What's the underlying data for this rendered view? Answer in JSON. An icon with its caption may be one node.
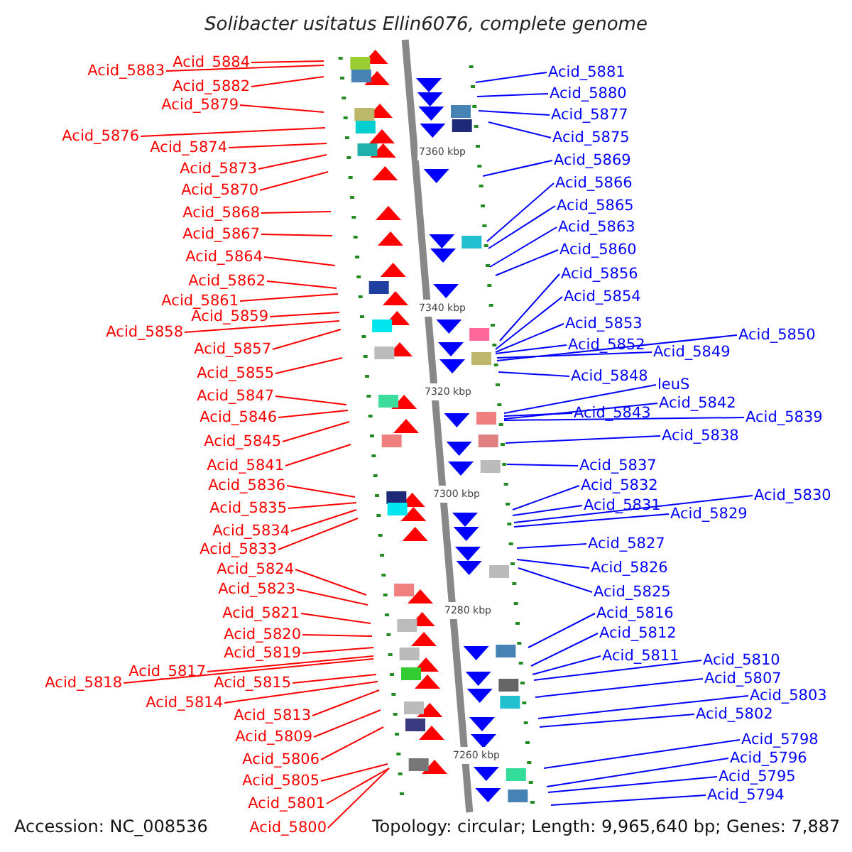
{
  "diagram": {
    "title": "Solibacter usitatus Ellin6076, complete genome",
    "nodes": [
      {
        "text": [
          "Acid_5884"
        ]
      },
      {
        "text": [
          "Acid_5883"
        ]
      },
      {
        "text": [
          "Acid_5882"
        ]
      },
      {
        "text": [
          "Acid_5879"
        ]
      },
      {
        "text": [
          "Acid_5876"
        ]
      },
      {
        "text": [
          "Acid_5874"
        ]
      },
      {
        "text": [
          "Acid_5873"
        ]
      },
      {
        "text": [
          "Acid_5870"
        ]
      },
      {
        "text": [
          "Acid_5868"
        ]
      },
      {
        "text": [
          "Acid_5867"
        ]
      },
      {
        "text": [
          "Acid_5864"
        ]
      },
      {
        "text": [
          "Acid_5862"
        ]
      },
      {
        "text": [
          "Acid_5861"
        ]
      },
      {
        "text": [
          "Acid_5859"
        ]
      },
      {
        "text": [
          "Acid_5858"
        ]
      },
      {
        "text": [
          "Acid_5857"
        ]
      },
      {
        "text": [
          "Acid_5855"
        ]
      },
      {
        "text": [
          "Acid_5847"
        ]
      },
      {
        "text": [
          "Acid_5846"
        ]
      },
      {
        "text": [
          "Acid_5845"
        ]
      },
      {
        "text": [
          "Acid_5841"
        ]
      },
      {
        "text": [
          "Acid_5836"
        ]
      },
      {
        "text": [
          "Acid_5835"
        ]
      },
      {
        "text": [
          "Acid_5834"
        ]
      },
      {
        "text": [
          "Acid_5833"
        ]
      },
      {
        "text": [
          "Acid_5824"
        ]
      },
      {
        "text": [
          "Acid_5823"
        ]
      },
      {
        "text": [
          "Acid_5821"
        ]
      },
      {
        "text": [
          "Acid_5820"
        ]
      },
      {
        "text": [
          "Acid_5819"
        ]
      },
      {
        "text": [
          "Acid_5817"
        ]
      },
      {
        "text": [
          "Acid_5818"
        ]
      },
      {
        "text": [
          "Acid_5815"
        ]
      },
      {
        "text": [
          "Acid_5814"
        ]
      },
      {
        "text": [
          "Acid_5813"
        ]
      },
      {
        "text": [
          "Acid_5809"
        ]
      },
      {
        "text": [
          "Acid_5806"
        ]
      },
      {
        "text": [
          "Acid_5805"
        ]
      },
      {
        "text": [
          "Acid_5801"
        ]
      },
      {
        "text": [
          "Acid_5800"
        ]
      },
      {
        "text": [
          "Acid_5881"
        ]
      },
      {
        "text": [
          "Acid_5880"
        ]
      },
      {
        "text": [
          "Acid_5877"
        ]
      },
      {
        "text": [
          "Acid_5875"
        ]
      },
      {
        "text": [
          "Acid_5869"
        ]
      },
      {
        "text": [
          "Acid_5866"
        ]
      },
      {
        "text": [
          "Acid_5865"
        ]
      },
      {
        "text": [
          "Acid_5863"
        ]
      },
      {
        "text": [
          "Acid_5860"
        ]
      },
      {
        "text": [
          "Acid_5856"
        ]
      },
      {
        "text": [
          "Acid_5854"
        ]
      },
      {
        "text": [
          "Acid_5853"
        ]
      },
      {
        "text": [
          "Acid_5852"
        ]
      },
      {
        "text": [
          "Acid_5849"
        ]
      },
      {
        "text": [
          "Acid_5850"
        ]
      },
      {
        "text": [
          "Acid_5848"
        ]
      },
      {
        "text": [
          "leuS"
        ]
      },
      {
        "text": [
          "Acid_5843"
        ]
      },
      {
        "text": [
          "Acid_5842"
        ]
      },
      {
        "text": [
          "Acid_5839"
        ]
      },
      {
        "text": [
          "Acid_5838"
        ]
      },
      {
        "text": [
          "Acid_5837"
        ]
      },
      {
        "text": [
          "Acid_5832"
        ]
      },
      {
        "text": [
          "Acid_5831"
        ]
      },
      {
        "text": [
          "Acid_5830"
        ]
      },
      {
        "text": [
          "Acid_5829"
        ]
      },
      {
        "text": [
          "Acid_5827"
        ]
      },
      {
        "text": [
          "Acid_5826"
        ]
      },
      {
        "text": [
          "Acid_5825"
        ]
      },
      {
        "text": [
          "Acid_5816"
        ]
      },
      {
        "text": [
          "Acid_5812"
        ]
      },
      {
        "text": [
          "Acid_5811"
        ]
      },
      {
        "text": [
          "Acid_5810"
        ]
      },
      {
        "text": [
          "Acid_5807"
        ]
      },
      {
        "text": [
          "Acid_5803"
        ]
      },
      {
        "text": [
          "Acid_5802"
        ]
      },
      {
        "text": [
          "Acid_5798"
        ]
      },
      {
        "text": [
          "Acid_5796"
        ]
      },
      {
        "text": [
          "Acid_5795"
        ]
      },
      {
        "text": [
          "Acid_5794"
        ]
      }
    ],
    "edges": [
      {
        "from": 0,
        "to": null,
        "arrow": "none",
        "color": "#ff0000"
      },
      {
        "from": 1,
        "to": null,
        "arrow": "none",
        "color": "#ff0000"
      },
      {
        "from": 2,
        "to": null,
        "arrow": "none",
        "color": "#ff0000"
      },
      {
        "from": 3,
        "to": null,
        "arrow": "none",
        "color": "#ff0000"
      },
      {
        "from": 4,
        "to": null,
        "arrow": "none",
        "color": "#ff0000"
      },
      {
        "from": 5,
        "to": null,
        "arrow": "none",
        "color": "#ff0000"
      },
      {
        "from": 6,
        "to": null,
        "arrow": "none",
        "color": "#ff0000"
      },
      {
        "from": 7,
        "to": null,
        "arrow": "none",
        "color": "#ff0000"
      },
      {
        "from": 8,
        "to": null,
        "arrow": "none",
        "color": "#ff0000"
      },
      {
        "from": 9,
        "to": null,
        "arrow": "none",
        "color": "#ff0000"
      },
      {
        "from": 10,
        "to": null,
        "arrow": "none",
        "color": "#ff0000"
      },
      {
        "from": 11,
        "to": null,
        "arrow": "none",
        "color": "#ff0000"
      },
      {
        "from": 12,
        "to": null,
        "arrow": "none",
        "color": "#ff0000"
      },
      {
        "from": 13,
        "to": null,
        "arrow": "none",
        "color": "#ff0000"
      },
      {
        "from": 14,
        "to": null,
        "arrow": "none",
        "color": "#ff0000"
      },
      {
        "from": 15,
        "to": null,
        "arrow": "none",
        "color": "#ff0000"
      },
      {
        "from": 16,
        "to": null,
        "arrow": "none",
        "color": "#ff0000"
      },
      {
        "from": 17,
        "to": null,
        "arrow": "none",
        "color": "#ff0000"
      },
      {
        "from": 18,
        "to": null,
        "arrow": "none",
        "color": "#ff0000"
      },
      {
        "from": 19,
        "to": null,
        "arrow": "none",
        "color": "#ff0000"
      },
      {
        "from": 20,
        "to": null,
        "arrow": "none",
        "color": "#ff0000"
      },
      {
        "from": 21,
        "to": null,
        "arrow": "none",
        "color": "#ff0000"
      },
      {
        "from": 22,
        "to": null,
        "arrow": "none",
        "color": "#ff0000"
      },
      {
        "from": 23,
        "to": null,
        "arrow": "none",
        "color": "#ff0000"
      },
      {
        "from": 24,
        "to": null,
        "arrow": "none",
        "color": "#ff0000"
      },
      {
        "from": 25,
        "to": null,
        "arrow": "none",
        "color": "#ff0000"
      },
      {
        "from": 26,
        "to": null,
        "arrow": "none",
        "color": "#ff0000"
      },
      {
        "from": 27,
        "to": null,
        "arrow": "none",
        "color": "#ff0000"
      },
      {
        "from": 28,
        "to": null,
        "arrow": "none",
        "color": "#ff0000"
      },
      {
        "from": 29,
        "to": null,
        "arrow": "none",
        "color": "#ff0000"
      },
      {
        "from": 30,
        "to": null,
        "arrow": "none",
        "color": "#ff0000"
      },
      {
        "from": 31,
        "to": null,
        "arrow": "none",
        "color": "#ff0000"
      },
      {
        "from": 32,
        "to": null,
        "arrow": "none",
        "color": "#ff0000"
      },
      {
        "from": 33,
        "to": null,
        "arrow": "none",
        "color": "#ff0000"
      },
      {
        "from": 34,
        "to": null,
        "arrow": "none",
        "color": "#ff0000"
      },
      {
        "from": 35,
        "to": null,
        "arrow": "none",
        "color": "#ff0000"
      },
      {
        "from": 36,
        "to": null,
        "arrow": "none",
        "color": "#ff0000"
      },
      {
        "from": 37,
        "to": null,
        "arrow": "none",
        "color": "#ff0000"
      },
      {
        "from": 38,
        "to": null,
        "arrow": "none",
        "color": "#ff0000"
      },
      {
        "from": 39,
        "to": null,
        "arrow": "none",
        "color": "#ff0000"
      },
      {
        "from": 40,
        "to": null,
        "arrow": "none",
        "color": "#0000ff"
      },
      {
        "from": 41,
        "to": null,
        "arrow": "none",
        "color": "#0000ff"
      },
      {
        "from": 42,
        "to": null,
        "arrow": "none",
        "color": "#0000ff"
      },
      {
        "from": 43,
        "to": null,
        "arrow": "none",
        "color": "#0000ff"
      },
      {
        "from": 44,
        "to": null,
        "arrow": "none",
        "color": "#0000ff"
      },
      {
        "from": 45,
        "to": null,
        "arrow": "none",
        "color": "#0000ff"
      },
      {
        "from": 46,
        "to": null,
        "arrow": "none",
        "color": "#0000ff"
      },
      {
        "from": 47,
        "to": null,
        "arrow": "none",
        "color": "#0000ff"
      },
      {
        "from": 48,
        "to": null,
        "arrow": "none",
        "color": "#0000ff"
      },
      {
        "from": 49,
        "to": null,
        "arrow": "none",
        "color": "#0000ff"
      },
      {
        "from": 50,
        "to": null,
        "arrow": "none",
        "color": "#0000ff"
      },
      {
        "from": 51,
        "to": null,
        "arrow": "none",
        "color": "#0000ff"
      },
      {
        "from": 52,
        "to": null,
        "arrow": "none",
        "color": "#0000ff"
      },
      {
        "from": 53,
        "to": null,
        "arrow": "none",
        "color": "#0000ff"
      },
      {
        "from": 54,
        "to": null,
        "arrow": "none",
        "color": "#0000ff"
      },
      {
        "from": 55,
        "to": null,
        "arrow": "none",
        "color": "#0000ff"
      },
      {
        "from": 56,
        "to": null,
        "arrow": "none",
        "color": "#0000ff"
      },
      {
        "from": 57,
        "to": null,
        "arrow": "none",
        "color": "#0000ff"
      },
      {
        "from": 58,
        "to": null,
        "arrow": "none",
        "color": "#0000ff"
      },
      {
        "from": 59,
        "to": null,
        "arrow": "none",
        "color": "#0000ff"
      },
      {
        "from": 60,
        "to": null,
        "arrow": "none",
        "color": "#0000ff"
      },
      {
        "from": 61,
        "to": null,
        "arrow": "none",
        "color": "#0000ff"
      },
      {
        "from": 62,
        "to": null,
        "arrow": "none",
        "color": "#0000ff"
      },
      {
        "from": 63,
        "to": null,
        "arrow": "none",
        "color": "#0000ff"
      },
      {
        "from": 64,
        "to": null,
        "arrow": "none",
        "color": "#0000ff"
      },
      {
        "from": 65,
        "to": null,
        "arrow": "none",
        "color": "#0000ff"
      },
      {
        "from": 66,
        "to": null,
        "arrow": "none",
        "color": "#0000ff"
      },
      {
        "from": 67,
        "to": null,
        "arrow": "none",
        "color": "#0000ff"
      },
      {
        "from": 68,
        "to": null,
        "arrow": "none",
        "color": "#0000ff"
      },
      {
        "from": 69,
        "to": null,
        "arrow": "none",
        "color": "#0000ff"
      },
      {
        "from": 70,
        "to": null,
        "arrow": "none",
        "color": "#0000ff"
      },
      {
        "from": 71,
        "to": null,
        "arrow": "none",
        "color": "#0000ff"
      },
      {
        "from": 72,
        "to": null,
        "arrow": "none",
        "color": "#0000ff"
      },
      {
        "from": 73,
        "to": null,
        "arrow": "none",
        "color": "#0000ff"
      },
      {
        "from": 74,
        "to": null,
        "arrow": "none",
        "color": "#0000ff"
      },
      {
        "from": 75,
        "to": null,
        "arrow": "none",
        "color": "#0000ff"
      },
      {
        "from": 76,
        "to": null,
        "arrow": "none",
        "color": "#0000ff"
      },
      {
        "from": 77,
        "to": null,
        "arrow": "none",
        "color": "#0000ff"
      },
      {
        "from": 78,
        "to": null,
        "arrow": "none",
        "color": "#0000ff"
      },
      {
        "from": 79,
        "to": null,
        "arrow": "none",
        "color": "#0000ff"
      }
    ],
    "labels": [
      "7360 kbp",
      "7340 kbp",
      "7320 kbp",
      "7300 kbp",
      "7280 kbp",
      "7260 kbp",
      "Accession: NC_008536",
      "Topology: circular; Length: 9,965,640 bp; Genes: 7,887"
    ]
  }
}
